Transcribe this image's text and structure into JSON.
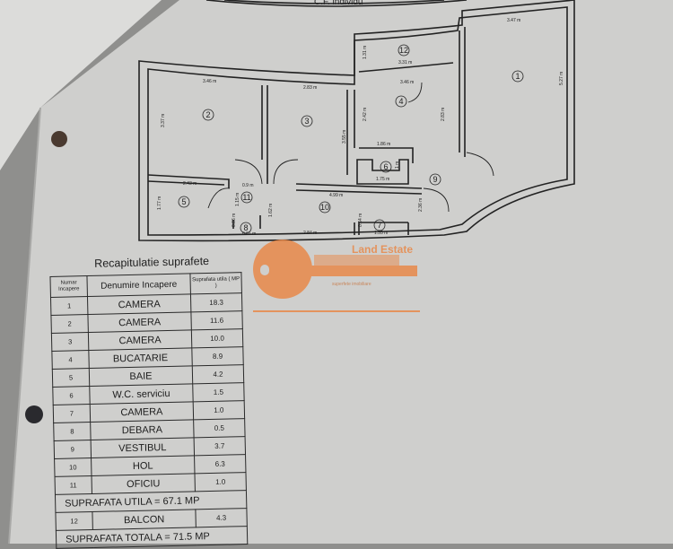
{
  "header_fragment": "C.F. individu",
  "floor_plan": {
    "room_numbers": [
      "1",
      "2",
      "3",
      "4",
      "5",
      "6",
      "7",
      "8",
      "9",
      "10",
      "11",
      "12"
    ],
    "dimensions": [
      "3.47 m",
      "5.27 m",
      "3.46 m",
      "3.37 m",
      "2.83 m",
      "3.55 m",
      "3.46 m",
      "2.42 m",
      "2.83 m",
      "1.31 m",
      "3.31 m",
      "1.86 m",
      "1.75 m",
      "1 m",
      "2.43 m",
      "0.9 m",
      "1.77 m",
      "1.15 m",
      "1.62 m",
      "4.99 m",
      "2.36 m",
      "2.84 m",
      "1.55 m",
      "0.64 m",
      "0.86 m",
      "0.81 m"
    ]
  },
  "watermark": {
    "brand": "Land Estate",
    "tagline": "superfete imobiliare",
    "color": "#e8894a"
  },
  "summary": {
    "title": "Recapitulatie suprafete",
    "headers": {
      "number": "Numar Incapere",
      "name": "Denumire Incapere",
      "area": "Suprafata utila ( MP )"
    },
    "rooms": [
      {
        "n": "1",
        "name": "CAMERA",
        "area": "18.3"
      },
      {
        "n": "2",
        "name": "CAMERA",
        "area": "11.6"
      },
      {
        "n": "3",
        "name": "CAMERA",
        "area": "10.0"
      },
      {
        "n": "4",
        "name": "BUCATARIE",
        "area": "8.9"
      },
      {
        "n": "5",
        "name": "BAIE",
        "area": "4.2"
      },
      {
        "n": "6",
        "name": "W.C. serviciu",
        "area": "1.5"
      },
      {
        "n": "7",
        "name": "CAMERA",
        "area": "1.0"
      },
      {
        "n": "8",
        "name": "DEBARA",
        "area": "0.5"
      },
      {
        "n": "9",
        "name": "VESTIBUL",
        "area": "3.7"
      },
      {
        "n": "10",
        "name": "HOL",
        "area": "6.3"
      },
      {
        "n": "11",
        "name": "OFICIU",
        "area": "1.0"
      }
    ],
    "useful_total": "SUPRAFATA UTILA = 67.1 MP",
    "balcony": {
      "n": "12",
      "name": "BALCON",
      "area": "4.3"
    },
    "grand_total": "SUPRAFATA TOTALA = 71.5 MP"
  }
}
